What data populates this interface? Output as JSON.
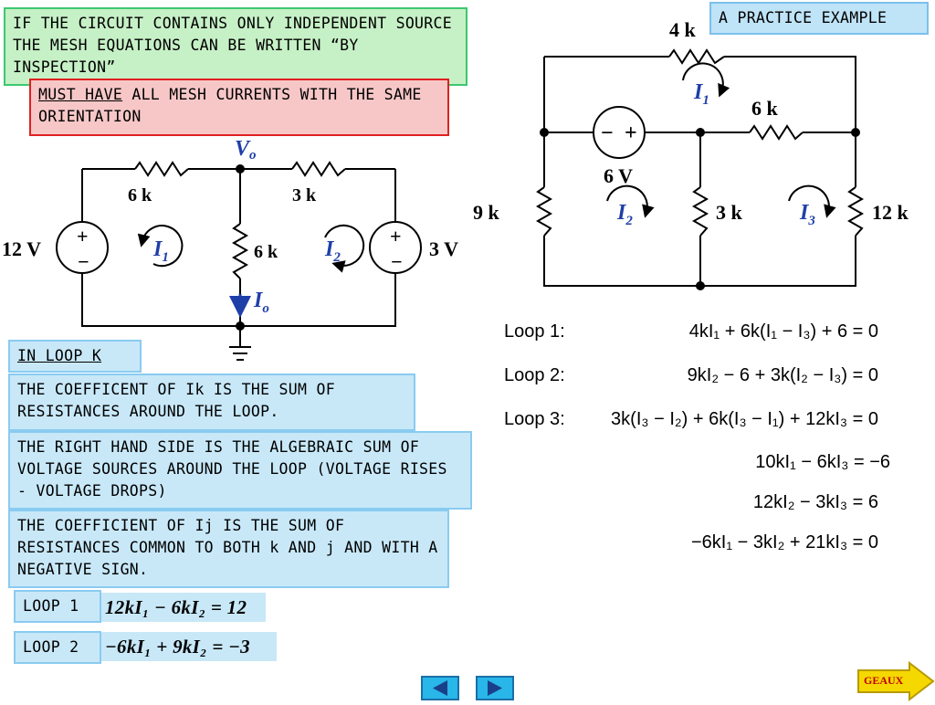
{
  "header": {
    "main_statement": "IF THE CIRCUIT CONTAINS ONLY INDEPENDENT SOURCE THE MESH EQUATIONS CAN BE WRITTEN “BY INSPECTION”",
    "must_have_underlined": "MUST HAVE",
    "must_have_rest": " ALL MESH CURRENTS WITH THE SAME ORIENTATION",
    "practice_label": "A PRACTICE EXAMPLE"
  },
  "rules": {
    "title": "IN LOOP K",
    "rule1": "THE COEFFICENT OF Ik IS THE SUM OF RESISTANCES AROUND THE LOOP.",
    "rule2": "THE RIGHT HAND SIDE IS THE ALGEBRAIC SUM OF  VOLTAGE SOURCES AROUND THE LOOP (VOLTAGE RISES - VOLTAGE DROPS)",
    "rule3": "THE COEFFICIENT OF Ij IS THE SUM OF RESISTANCES COMMON TO BOTH k AND j AND WITH A NEGATIVE SIGN."
  },
  "left_loops": [
    {
      "label": "LOOP 1",
      "equation": "12kI₁ − 6kI₂ = 12"
    },
    {
      "label": "LOOP 2",
      "equation": "−6kI₁ + 9kI₂ = −3"
    }
  ],
  "left_circuit": {
    "source_left": "12 V",
    "source_right": "3 V",
    "r_top_left": "6 k",
    "r_top_right": "3 k",
    "r_middle": "6 k",
    "node_voltage": "V",
    "node_voltage_sub": "o",
    "branch_current": "I",
    "branch_current_sub": "o",
    "mesh1": "I",
    "mesh1_sub": "1",
    "mesh2": "I",
    "mesh2_sub": "2",
    "plus": "+",
    "minus": "−"
  },
  "right_circuit": {
    "r_top": "4 k",
    "r_mid": "6 k",
    "r_left": "9 k",
    "r_center": "3 k",
    "r_right": "12 k",
    "source": "6 V",
    "source_minus": "−",
    "source_plus": "+",
    "mesh1": "I",
    "mesh1_sub": "1",
    "mesh2": "I",
    "mesh2_sub": "2",
    "mesh3": "I",
    "mesh3_sub": "3"
  },
  "practice_equations": [
    {
      "label": "Loop 1:",
      "equation": "4kI₁ + 6k(I₁ − I₃) + 6 = 0"
    },
    {
      "label": "Loop 2:",
      "equation": "9kI₂ − 6 + 3k(I₂ − I₃) = 0"
    },
    {
      "label": "Loop 3:",
      "equation": "3k(I₃ − I₂) + 6k(I₃ − I₁) + 12kI₃ = 0"
    }
  ],
  "system_equations": [
    "10kI₁ − 6kI₃ = −6",
    "12kI₂ − 3kI₃ = 6",
    "−6kI₁ − 3kI₂ + 21kI₃ = 0"
  ],
  "navigation": {
    "back_icon": "left-arrow-icon",
    "forward_icon": "right-arrow-icon",
    "geaux_label": "GEAUX"
  }
}
